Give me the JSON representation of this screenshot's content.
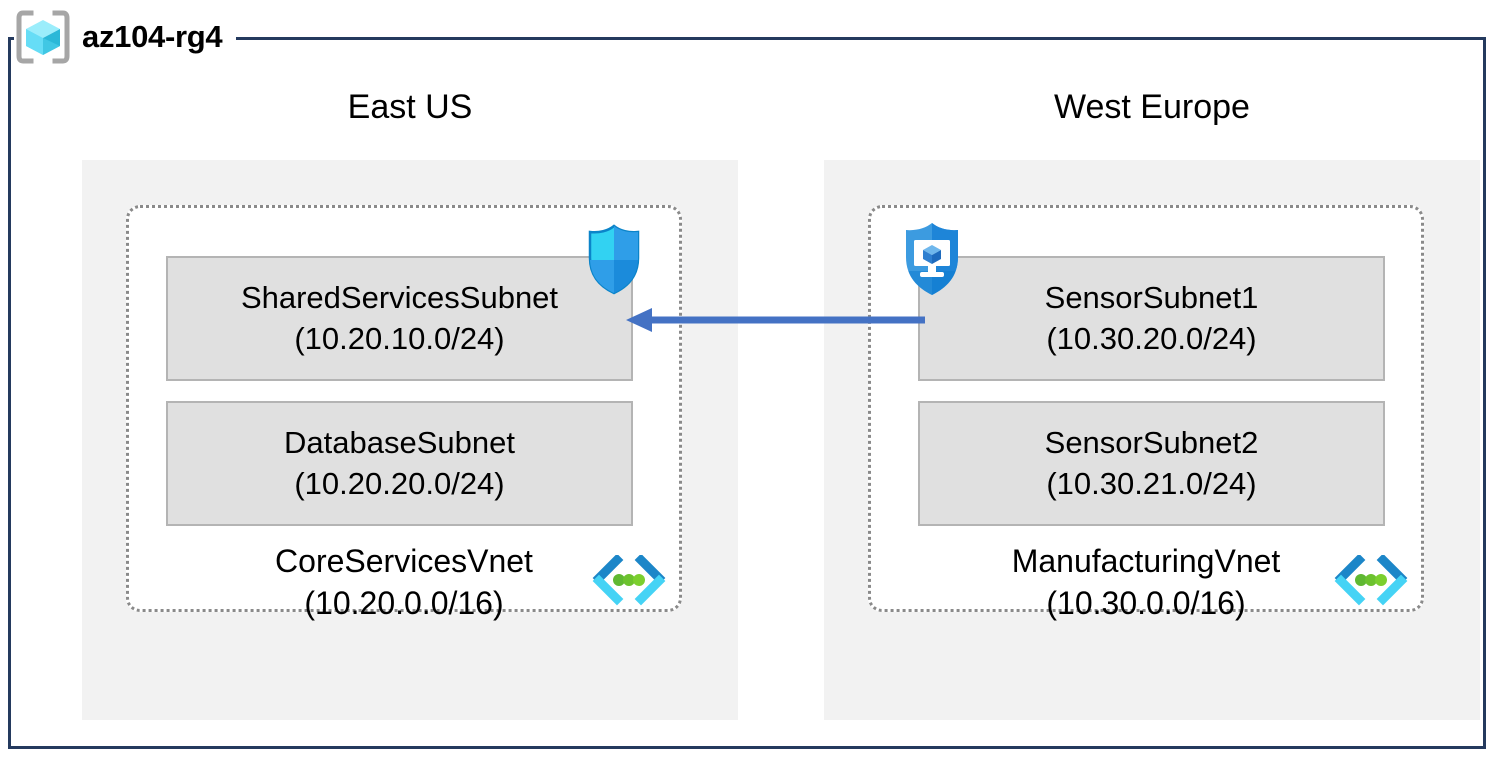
{
  "diagram": {
    "type": "azure-network-architecture",
    "resource_group": {
      "name": "az104-rg4",
      "icon": "resource-group-cube-icon",
      "frame_color": "#243A5E"
    },
    "colors": {
      "frame": "#243A5E",
      "region_fill": "#F2F2F2",
      "vnet_border": "#8A8A8A",
      "subnet_fill": "#E0E0E0",
      "subnet_border": "#B4B4B4",
      "arrow": "#4472C4",
      "azure_blue": "#0078D4",
      "azure_cyan": "#32D2F2",
      "vnet_icon_green": "#5FB832"
    },
    "regions": [
      {
        "id": "east-us",
        "title": "East US",
        "vnet": {
          "name": "CoreServicesVnet",
          "cidr": "(10.20.0.0/16)",
          "icon": "virtual-network-icon",
          "subnets": [
            {
              "name": "SharedServicesSubnet",
              "cidr": "(10.20.10.0/24)",
              "icon": "network-security-group-shield-icon"
            },
            {
              "name": "DatabaseSubnet",
              "cidr": "(10.20.20.0/24)",
              "icon": null
            }
          ]
        }
      },
      {
        "id": "west-europe",
        "title": "West Europe",
        "vnet": {
          "name": "ManufacturingVnet",
          "cidr": "(10.30.0.0/16)",
          "icon": "virtual-network-icon",
          "subnets": [
            {
              "name": "SensorSubnet1",
              "cidr": "(10.30.20.0/24)",
              "icon": "defender-endpoint-shield-monitor-icon"
            },
            {
              "name": "SensorSubnet2",
              "cidr": "(10.30.21.0/24)",
              "icon": null
            }
          ]
        }
      }
    ],
    "connection": {
      "name": "vnet-peering-arrow",
      "from": "SensorSubnet1",
      "to": "SharedServicesSubnet",
      "direction": "right-to-left",
      "color": "#4472C4"
    }
  }
}
